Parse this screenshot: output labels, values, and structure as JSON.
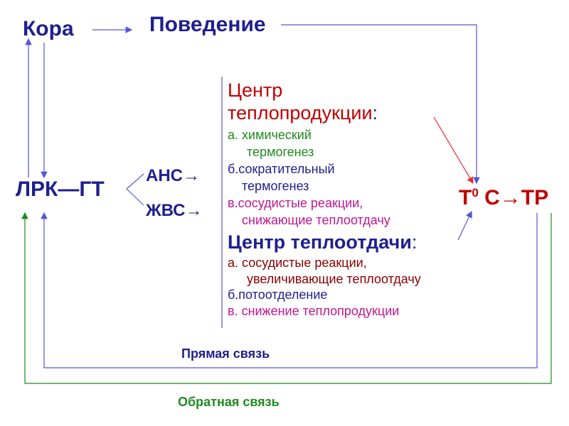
{
  "top": {
    "cortex": "Кора",
    "behavior": "Поведение"
  },
  "left": {
    "lrk_gt": "ЛРК—ГТ",
    "ans": "АНС→",
    "zhvs": "ЖВС→"
  },
  "heat_production": {
    "title_line1": "Центр",
    "title_line2": "теплопродукции",
    "colon": ":",
    "a_line1": "а. химический",
    "a_line2": "термогенез",
    "b_line1": "б.сократительный",
    "b_line2": "термогенез",
    "c_line1": "в.сосудистые реакции,",
    "c_line2": "снижающие теплоотдачу"
  },
  "heat_loss": {
    "title": "Центр теплоотдачи",
    "colon": ":",
    "a_line1": "а. сосудистые реакции,",
    "a_line2": "увеличивающие теплоотдачу",
    "b": "б.потоотделение",
    "c": "в. снижение теплопродукции"
  },
  "result": {
    "label_prefix": "Т",
    "sup": "0",
    "label_suffix": " С→ТР"
  },
  "bottom": {
    "direct": "Прямая связь",
    "feedback": "Обратная  связь"
  },
  "colors": {
    "navy": "#1f1f8f",
    "red": "#c00000",
    "green": "#1e8a1e",
    "purple": "#c0168f",
    "darkred": "#8b0000",
    "blue_line": "#5555dd"
  }
}
